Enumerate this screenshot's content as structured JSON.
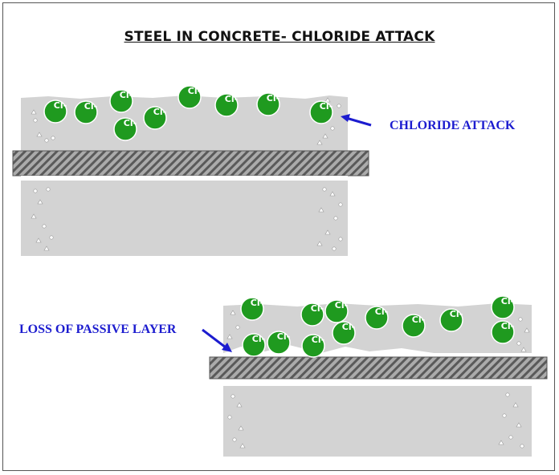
{
  "title": "STEEL IN CONCRETE- CHLORIDE ATTACK",
  "labels": {
    "chloride_attack": "CHLORIDE ATTACK",
    "loss_passive": "LOSS OF PASSIVE LAYER"
  },
  "ion_label": "Cl-",
  "colors": {
    "concrete": "#d3d3d3",
    "ion": "#1f9a1f",
    "rebar_stripe": "#555555",
    "arrow": "#1c1ccf"
  }
}
